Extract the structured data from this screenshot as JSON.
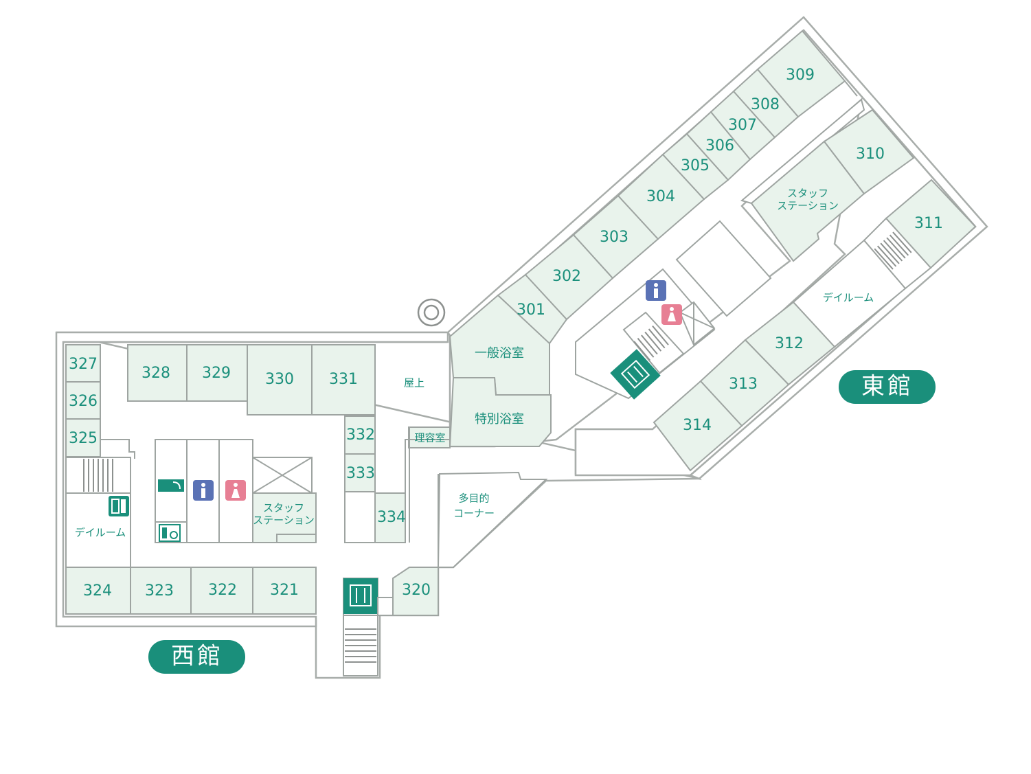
{
  "buildings": {
    "east": {
      "label": "東館",
      "color": "#1a8f7b"
    },
    "west": {
      "label": "西館",
      "color": "#1a8f7b"
    }
  },
  "rooms": {
    "r301": "301",
    "r302": "302",
    "r303": "303",
    "r304": "304",
    "r305": "305",
    "r306": "306",
    "r307": "307",
    "r308": "308",
    "r309": "309",
    "r310": "310",
    "r311": "311",
    "r312": "312",
    "r313": "313",
    "r314": "314",
    "r320": "320",
    "r321": "321",
    "r322": "322",
    "r323": "323",
    "r324": "324",
    "r325": "325",
    "r326": "326",
    "r327": "327",
    "r328": "328",
    "r329": "329",
    "r330": "330",
    "r331": "331",
    "r332": "332",
    "r333": "333",
    "r334": "334"
  },
  "areas": {
    "general_bath": "一般浴室",
    "special_bath": "特別浴室",
    "rooftop": "屋上",
    "barber": "理容室",
    "multipurpose_1": "多目的",
    "multipurpose_2": "コーナー",
    "dayroom_east": "デイルーム",
    "dayroom_west": "デイルーム",
    "staff_east_1": "スタッフ",
    "staff_east_2": "ステーション",
    "staff_west_1": "スタッフ",
    "staff_west_2": "ステーション"
  },
  "icons": {
    "elevator": "elevator-icon",
    "toilet_men": "mens-toilet-icon",
    "toilet_women": "womens-toilet-icon",
    "accessible_toilet": "accessible-toilet-icon",
    "shower": "shower-icon",
    "vending": "vending-icon",
    "stairs": "stairs-icon"
  },
  "colors": {
    "room_fill": "#e9f3ec",
    "accent": "#1a8f7b",
    "mens": "#5a72b5",
    "womens": "#e77f94"
  }
}
